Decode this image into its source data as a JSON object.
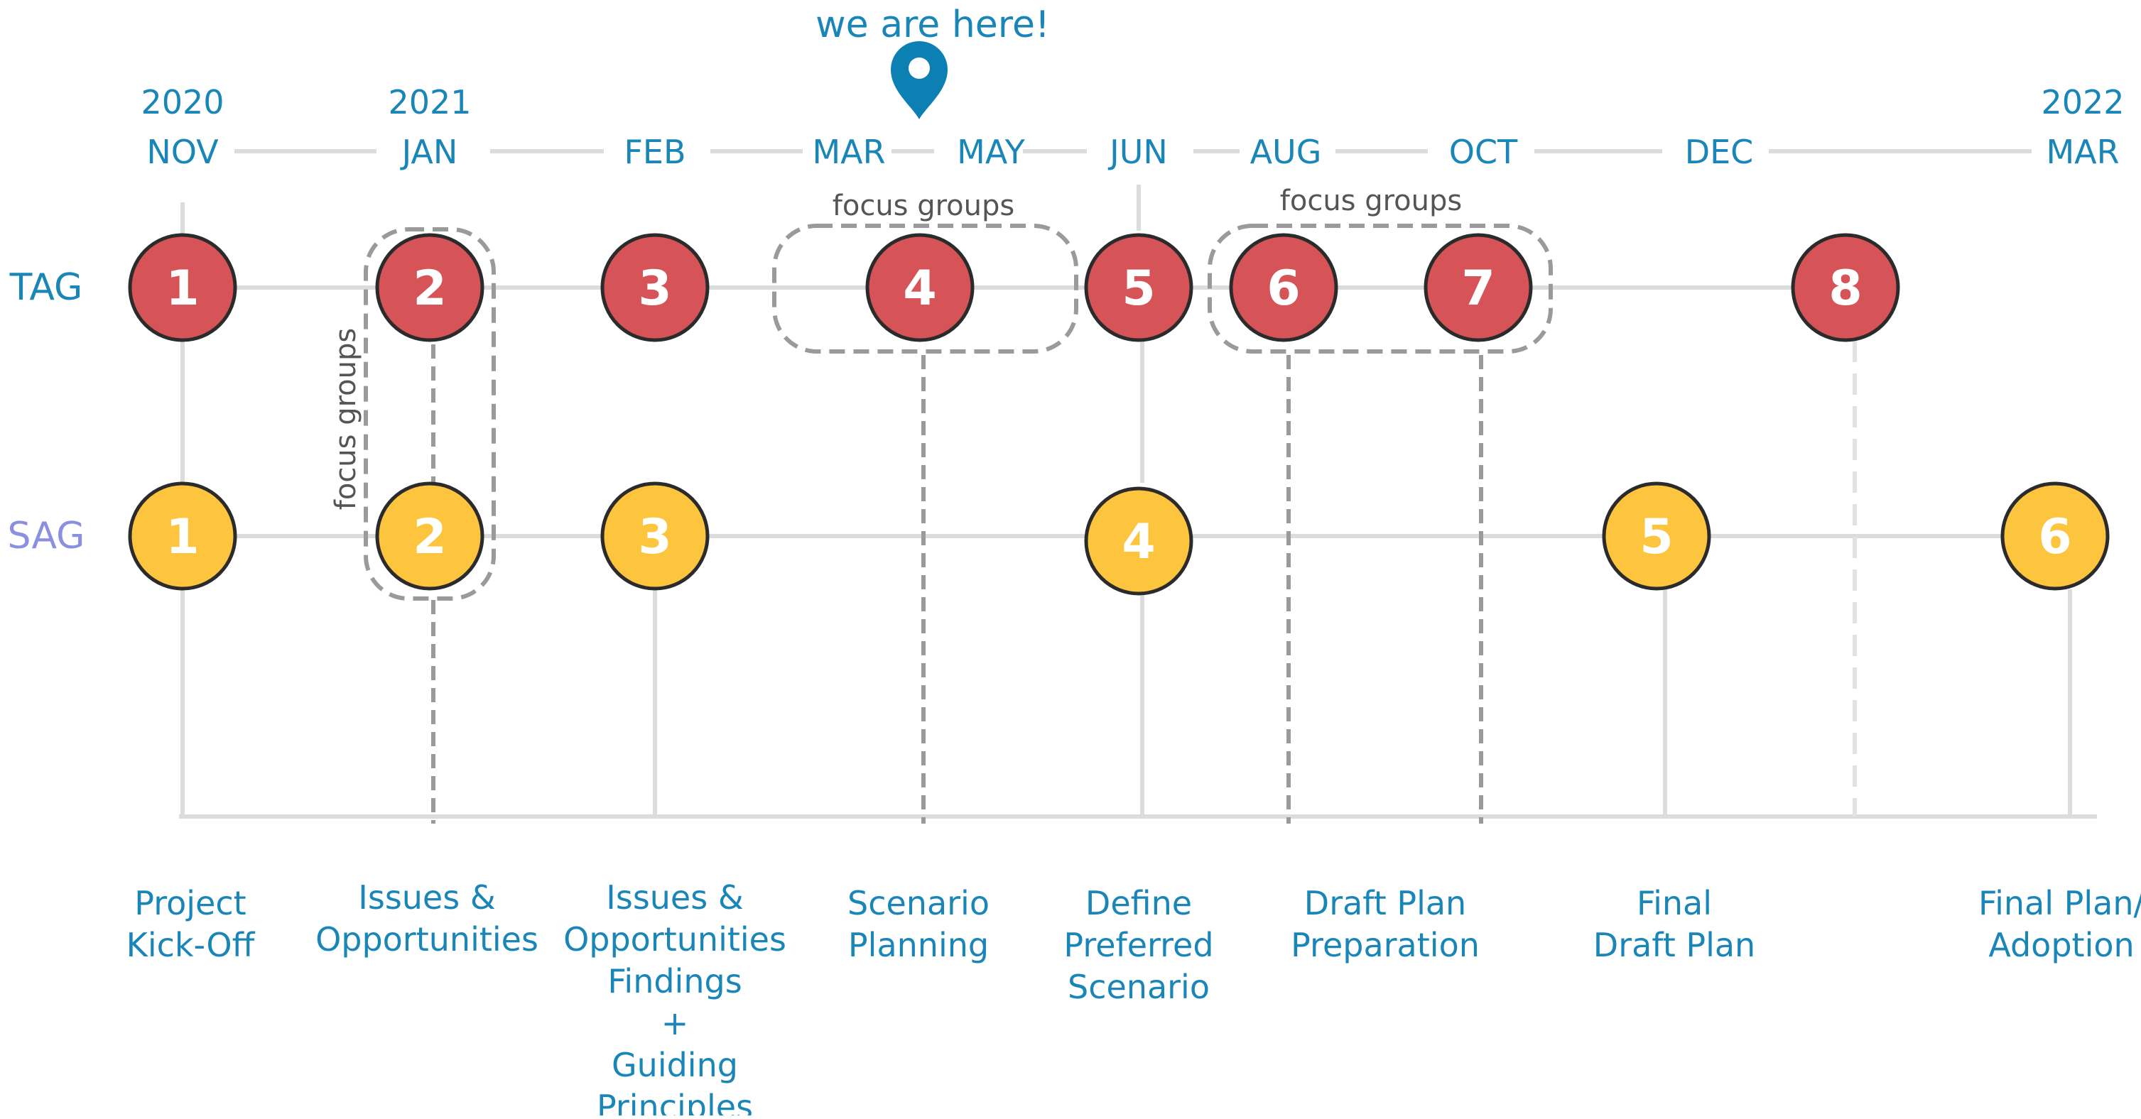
{
  "here_label": "we are here!",
  "colors": {
    "accent": "#1a86b8",
    "sag_label": "#8a8fe0",
    "tag_fill": "#d65457",
    "sag_fill": "#fdc43e",
    "grid": "#dcdcdc",
    "dashed": "#9a9a9a",
    "focus_text": "#555555",
    "pin": "#0c7fb3"
  },
  "rows": {
    "tag": "TAG",
    "sag": "SAG"
  },
  "years": [
    {
      "key": "nov",
      "label": "2020"
    },
    {
      "key": "jan",
      "label": "2021"
    },
    {
      "key": "mar2",
      "label": "2022"
    }
  ],
  "months": [
    {
      "key": "nov",
      "label": "NOV"
    },
    {
      "key": "jan",
      "label": "JAN"
    },
    {
      "key": "feb",
      "label": "FEB"
    },
    {
      "key": "mar",
      "label": "MAR"
    },
    {
      "key": "may",
      "label": "MAY"
    },
    {
      "key": "jun",
      "label": "JUN"
    },
    {
      "key": "aug",
      "label": "AUG"
    },
    {
      "key": "oct",
      "label": "OCT"
    },
    {
      "key": "dec",
      "label": "DEC"
    },
    {
      "key": "mar2",
      "label": "MAR"
    }
  ],
  "tag_meetings": [
    {
      "n": "1",
      "at": "nov"
    },
    {
      "n": "2",
      "at": "jan"
    },
    {
      "n": "3",
      "at": "feb"
    },
    {
      "n": "4",
      "at": "mar_may"
    },
    {
      "n": "5",
      "at": "jun"
    },
    {
      "n": "6",
      "at": "aug"
    },
    {
      "n": "7",
      "at": "oct"
    },
    {
      "n": "8",
      "at": "dec_late"
    }
  ],
  "sag_meetings": [
    {
      "n": "1",
      "at": "nov"
    },
    {
      "n": "2",
      "at": "jan"
    },
    {
      "n": "3",
      "at": "feb"
    },
    {
      "n": "4",
      "at": "jun"
    },
    {
      "n": "5",
      "at": "dec"
    },
    {
      "n": "6",
      "at": "mar2"
    }
  ],
  "focus_groups": [
    {
      "label": "focus groups",
      "orientation": "vertical"
    },
    {
      "label": "focus groups",
      "orientation": "horizontal"
    },
    {
      "label": "focus groups",
      "orientation": "horizontal"
    }
  ],
  "phases": [
    {
      "lines": [
        "Project",
        "Kick-Off"
      ]
    },
    {
      "lines": [
        "Issues &",
        "Opportunities"
      ]
    },
    {
      "lines": [
        "Issues &",
        "Opportunities",
        "Findings",
        "+",
        "Guiding",
        "Principles"
      ]
    },
    {
      "lines": [
        "Scenario",
        "Planning"
      ]
    },
    {
      "lines": [
        "Define",
        "Preferred",
        "Scenario"
      ]
    },
    {
      "lines": [
        "Draft Plan",
        "Preparation"
      ]
    },
    {
      "lines": [
        "Final",
        "Draft Plan"
      ]
    },
    {
      "lines": [
        "Final Plan/",
        "Adoption"
      ]
    }
  ]
}
